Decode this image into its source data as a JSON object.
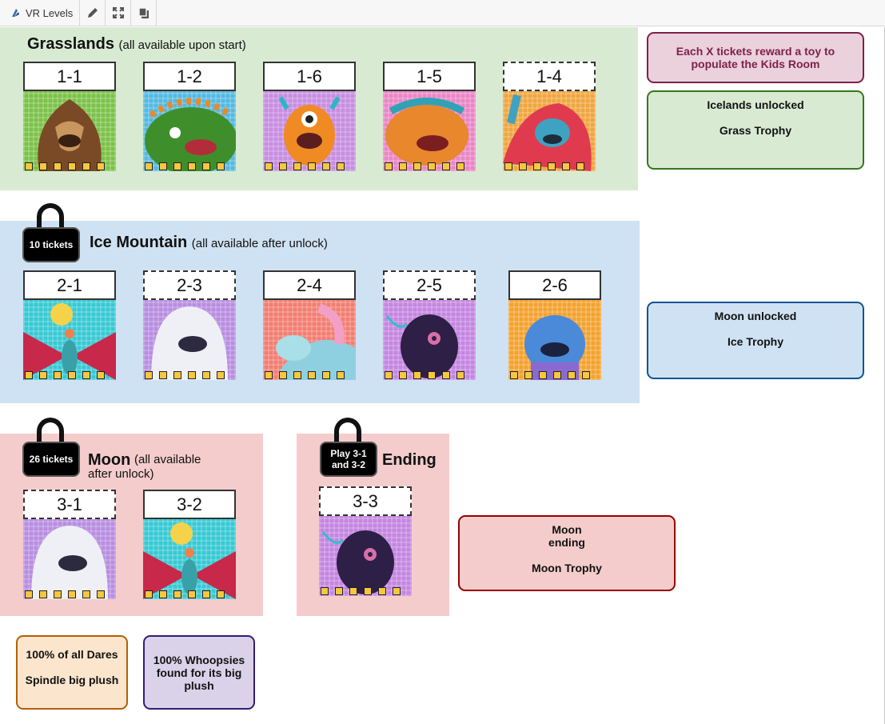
{
  "toolbar": {
    "title": "VR Levels"
  },
  "sections": {
    "grasslands": {
      "title": "Grasslands",
      "subtitle": "(all available upon start)"
    },
    "ice": {
      "title": "Ice Mountain",
      "subtitle": "(all available after unlock)",
      "lock": "10 tickets"
    },
    "moon": {
      "title": "Moon",
      "subtitle1": "(all available",
      "subtitle2": "after unlock)",
      "lock": "26 tickets"
    },
    "ending": {
      "title": "Ending",
      "lock1": "Play 3-1",
      "lock2": "and 3-2"
    }
  },
  "levels": {
    "l11": "1-1",
    "l12": "1-2",
    "l16": "1-6",
    "l15": "1-5",
    "l14": "1-4",
    "l21": "2-1",
    "l23": "2-3",
    "l24": "2-4",
    "l25": "2-5",
    "l26": "2-6",
    "l31": "3-1",
    "l32": "3-2",
    "l33": "3-3"
  },
  "notes": {
    "toy": {
      "line1": "Each X tickets reward a toy to",
      "line2": "populate the Kids Room"
    },
    "grass": {
      "line1": "Icelands unlocked",
      "line2": "Grass Trophy"
    },
    "ice": {
      "line1": "Moon unlocked",
      "line2": "Ice Trophy"
    },
    "moon": {
      "line1": "Moon",
      "line2": "ending",
      "line3": "Moon Trophy"
    },
    "dares": {
      "line1": "100% of all Dares",
      "line2": "Spindle big plush"
    },
    "whoopsies": {
      "line1": "100% Whoopsies",
      "line2": "found for its big",
      "line3": "plush"
    }
  },
  "colors": {
    "grass_bg": "#d9ead3",
    "ice_bg": "#cfe2f3",
    "moon_bg": "#f4cccc",
    "toy_note": "#ead1dc",
    "grass_note": "#d9ead3",
    "ice_note": "#cfe2f3",
    "moon_note": "#f4cccc",
    "dares_note": "#fce5cd",
    "whoopsies_note": "#d9d2e9",
    "square": "#f8c73d"
  }
}
